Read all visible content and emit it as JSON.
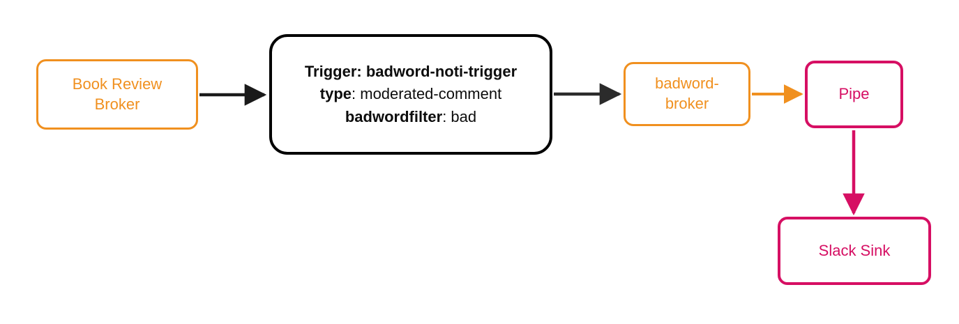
{
  "diagram": {
    "type": "flow-diagram",
    "background": "#ffffff",
    "palette": {
      "orange": "#f0901f",
      "crimson": "#d60f63",
      "black": "#000000",
      "arrow_dark": "#2b2b2b",
      "white": "#ffffff"
    },
    "nodes": [
      {
        "id": "book-review-broker",
        "kind": "broker",
        "color": "#f0901f",
        "lines": [
          "Book Review",
          "Broker"
        ]
      },
      {
        "id": "trigger",
        "kind": "trigger",
        "color": "#000000",
        "lines": [
          {
            "bold": "Trigger: badword-noti-trigger",
            "plain": ""
          },
          {
            "bold": "type",
            "plain": ": moderated-comment"
          },
          {
            "bold": "badwordfilter",
            "plain": ": bad"
          }
        ]
      },
      {
        "id": "badword-broker",
        "kind": "broker",
        "color": "#f0901f",
        "lines": [
          "badword-",
          "broker"
        ]
      },
      {
        "id": "pipe",
        "kind": "pipe",
        "color": "#d60f63",
        "lines": [
          "Pipe"
        ]
      },
      {
        "id": "slack-sink",
        "kind": "sink",
        "color": "#d60f63",
        "lines": [
          "Slack Sink"
        ]
      }
    ],
    "edges": [
      {
        "id": "edge-broker-to-trigger",
        "from": "book-review-broker",
        "to": "trigger",
        "color": "#1a1a1a",
        "direction": "right"
      },
      {
        "id": "edge-trigger-to-badword",
        "from": "trigger",
        "to": "badword-broker",
        "color": "#2b2b2b",
        "direction": "right"
      },
      {
        "id": "edge-badword-to-pipe",
        "from": "badword-broker",
        "to": "pipe",
        "color": "#f0901f",
        "direction": "right"
      },
      {
        "id": "edge-pipe-to-slack-sink",
        "from": "pipe",
        "to": "slack-sink",
        "color": "#d60f63",
        "direction": "down"
      }
    ]
  }
}
